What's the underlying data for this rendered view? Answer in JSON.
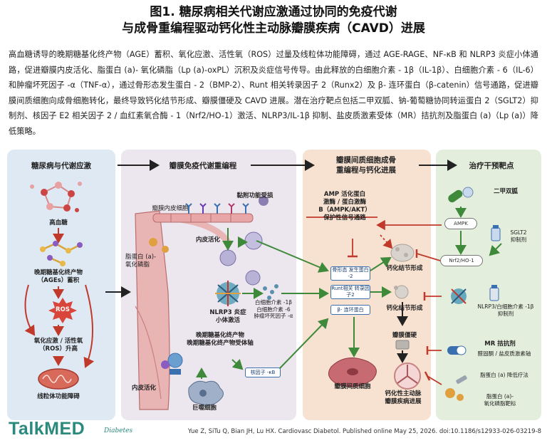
{
  "title": {
    "line1": "图1. 糖尿病相关代谢应激通过协同的免疫代谢",
    "line2": "与成骨重编程驱动钙化性主动脉瓣膜疾病（CAVD）进展"
  },
  "summary": "高血糖诱导的晚期糖基化终产物（AGE）蓄积、氧化应激、活性氧（ROS）过量及线粒体功能障碍，通过 AGE-RAGE、NF-κB 和 NLRP3 炎症小体通路，促进瓣膜内皮活化、脂蛋白 (a)- 氧化磷脂（Lp (a)-oxPL）沉积及炎症信号传导。由此释放的白细胞介素 - 1β（IL-1β）、白细胞介素 - 6（IL-6）和肿瘤坏死因子 -α（TNF-α），通过骨形态发生蛋白 - 2（BMP-2）、Runt 相关转录因子 2（Runx2）及 β- 连环蛋白（β-catenin）信号通路，促进瓣膜间质细胞向成骨细胞转化，最终导致钙化结节形成、瓣膜僵硬及 CAVD 进展。潜在治疗靶点包括二甲双胍、钠-葡萄糖协同转运蛋白 2（SGLT2）抑制剂、核因子 E2 相关因子 2 / 血红素氧合酶 - 1（Nrf2/HO-1）激活、NLRP3/IL-1β 抑制、盐皮质激素受体（MR）拮抗剂及脂蛋白 (a)（Lp (a)）降低策略。",
  "panels": {
    "p1": {
      "title": "糖尿病与代谢应激",
      "hyperglycemia": "高血糖",
      "ages": "晚期糖基化终产物\n（AGEs）蓄积",
      "ros_badge": "ROS",
      "oxidative": "氧化应激 / 活性氧\n（ROS）升高",
      "mito": "线粒体功能障碍"
    },
    "p2": {
      "title": "瓣膜免疫代谢重编程",
      "endothelial": "瓣膜内皮细胞",
      "adhesion": "黏附功能受损",
      "endo_activation": "内皮活化",
      "lpa": "脂蛋白 (a)-\n氧化磷脂",
      "cytokines": "白细胞介素 -1β\n白细胞介素 -6\n肿瘤坏死因子 -α",
      "nlrp3": "NLRP3 炎症\n小体激活",
      "age_rage": "晚期糖基化终产物\n晚期糖基化终产物受体轴",
      "nfkb": "核因子 -κB",
      "endo_activation2": "内皮活化",
      "macrophage": "巨噬细胞"
    },
    "p3": {
      "title": "瓣膜间质细胞成骨\n重编程与钙化进展",
      "ampk": "AMP 活化蛋白\n激酶 / 蛋白激酶\nB（AMPK/AKT）\n保护性信号通路",
      "bmp2": "骨形态\n发生蛋白 -2",
      "runx2": "Runt相关\n转录因子2",
      "bcat": "β- 连环蛋白",
      "vic": "瓣膜间质细胞",
      "nodule": "钙化结节形成",
      "calc": "钙化结节形成",
      "stiff": "瓣膜僵硬",
      "cavd": "钙化性主动脉\n瓣膜疾病进展"
    },
    "p4": {
      "title": "治疗干预靶点",
      "metformin": "二甲双胍",
      "ampk": "AMPK",
      "sglt2": "SGLT2\n抑制剂",
      "nrf2": "Nrf2/HO-1",
      "nlrp3_inh": "NLRP3/白细胞介素 -1β\n抑制剂",
      "mr": "MR 拮抗剂",
      "mr_sub": "醛固酮 / 盐皮质激素轴",
      "lpa_low": "脂蛋白 (a) 降低疗法",
      "lpa_ox": "脂蛋白 (a)-\n氧化磷脂靶标"
    }
  },
  "footer": {
    "logo": "TalkMED",
    "tagline": "Diabetes",
    "citation": "Yue Z, SiTu Q, Bian JH, Lu HX. Cardiovasc Diabetol. Published online May 25, 2026. doi:10.1186/s12933-026-03219-8"
  },
  "colors": {
    "panel1": "#dfe9f4",
    "panel2": "#ece6ee",
    "panel3": "#f7e2d2",
    "panel4": "#e3eedc",
    "arrow_red": "#c0392b",
    "arrow_green": "#3f8a3a",
    "box_blue": "#3a6fb0",
    "logo": "#2a8a7d"
  }
}
